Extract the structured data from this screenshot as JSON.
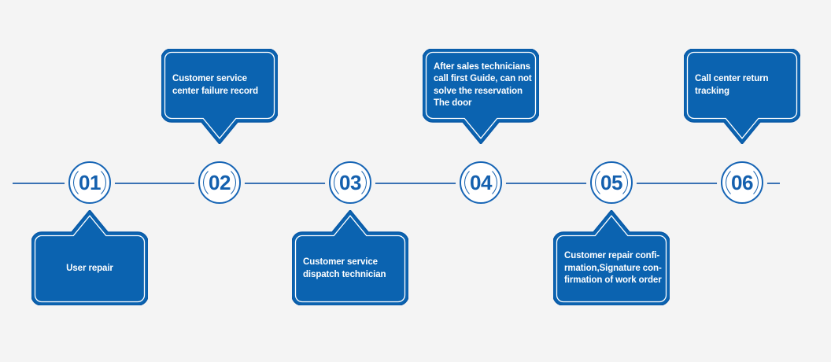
{
  "diagram": {
    "type": "process-timeline",
    "background": "#f4f4f4",
    "colors": {
      "bubble_fill": "#0b63b0",
      "bubble_edge": "#0a59a6",
      "bubble_inner_outline": "#ffffff",
      "node_ring": "#1765b5",
      "node_number": "#1460ae",
      "connector_line": "#3a72b4",
      "bubble_text": "#ffffff"
    },
    "timeline": {
      "steps": [
        {
          "number": "01",
          "position": "below",
          "label": "User repair"
        },
        {
          "number": "02",
          "position": "above",
          "label": "Customer service\ncenter failure record"
        },
        {
          "number": "03",
          "position": "below",
          "label": "Customer service\ndispatch technician"
        },
        {
          "number": "04",
          "position": "above",
          "label": "After sales technicians\ncall first Guide, can not\nsolve the reservation\nThe door"
        },
        {
          "number": "05",
          "position": "below",
          "label": "Customer repair confi-\nrmation,Signature con-\nfirmation of work order"
        },
        {
          "number": "06",
          "position": "above",
          "label": "Call center return\ntracking"
        }
      ]
    }
  }
}
